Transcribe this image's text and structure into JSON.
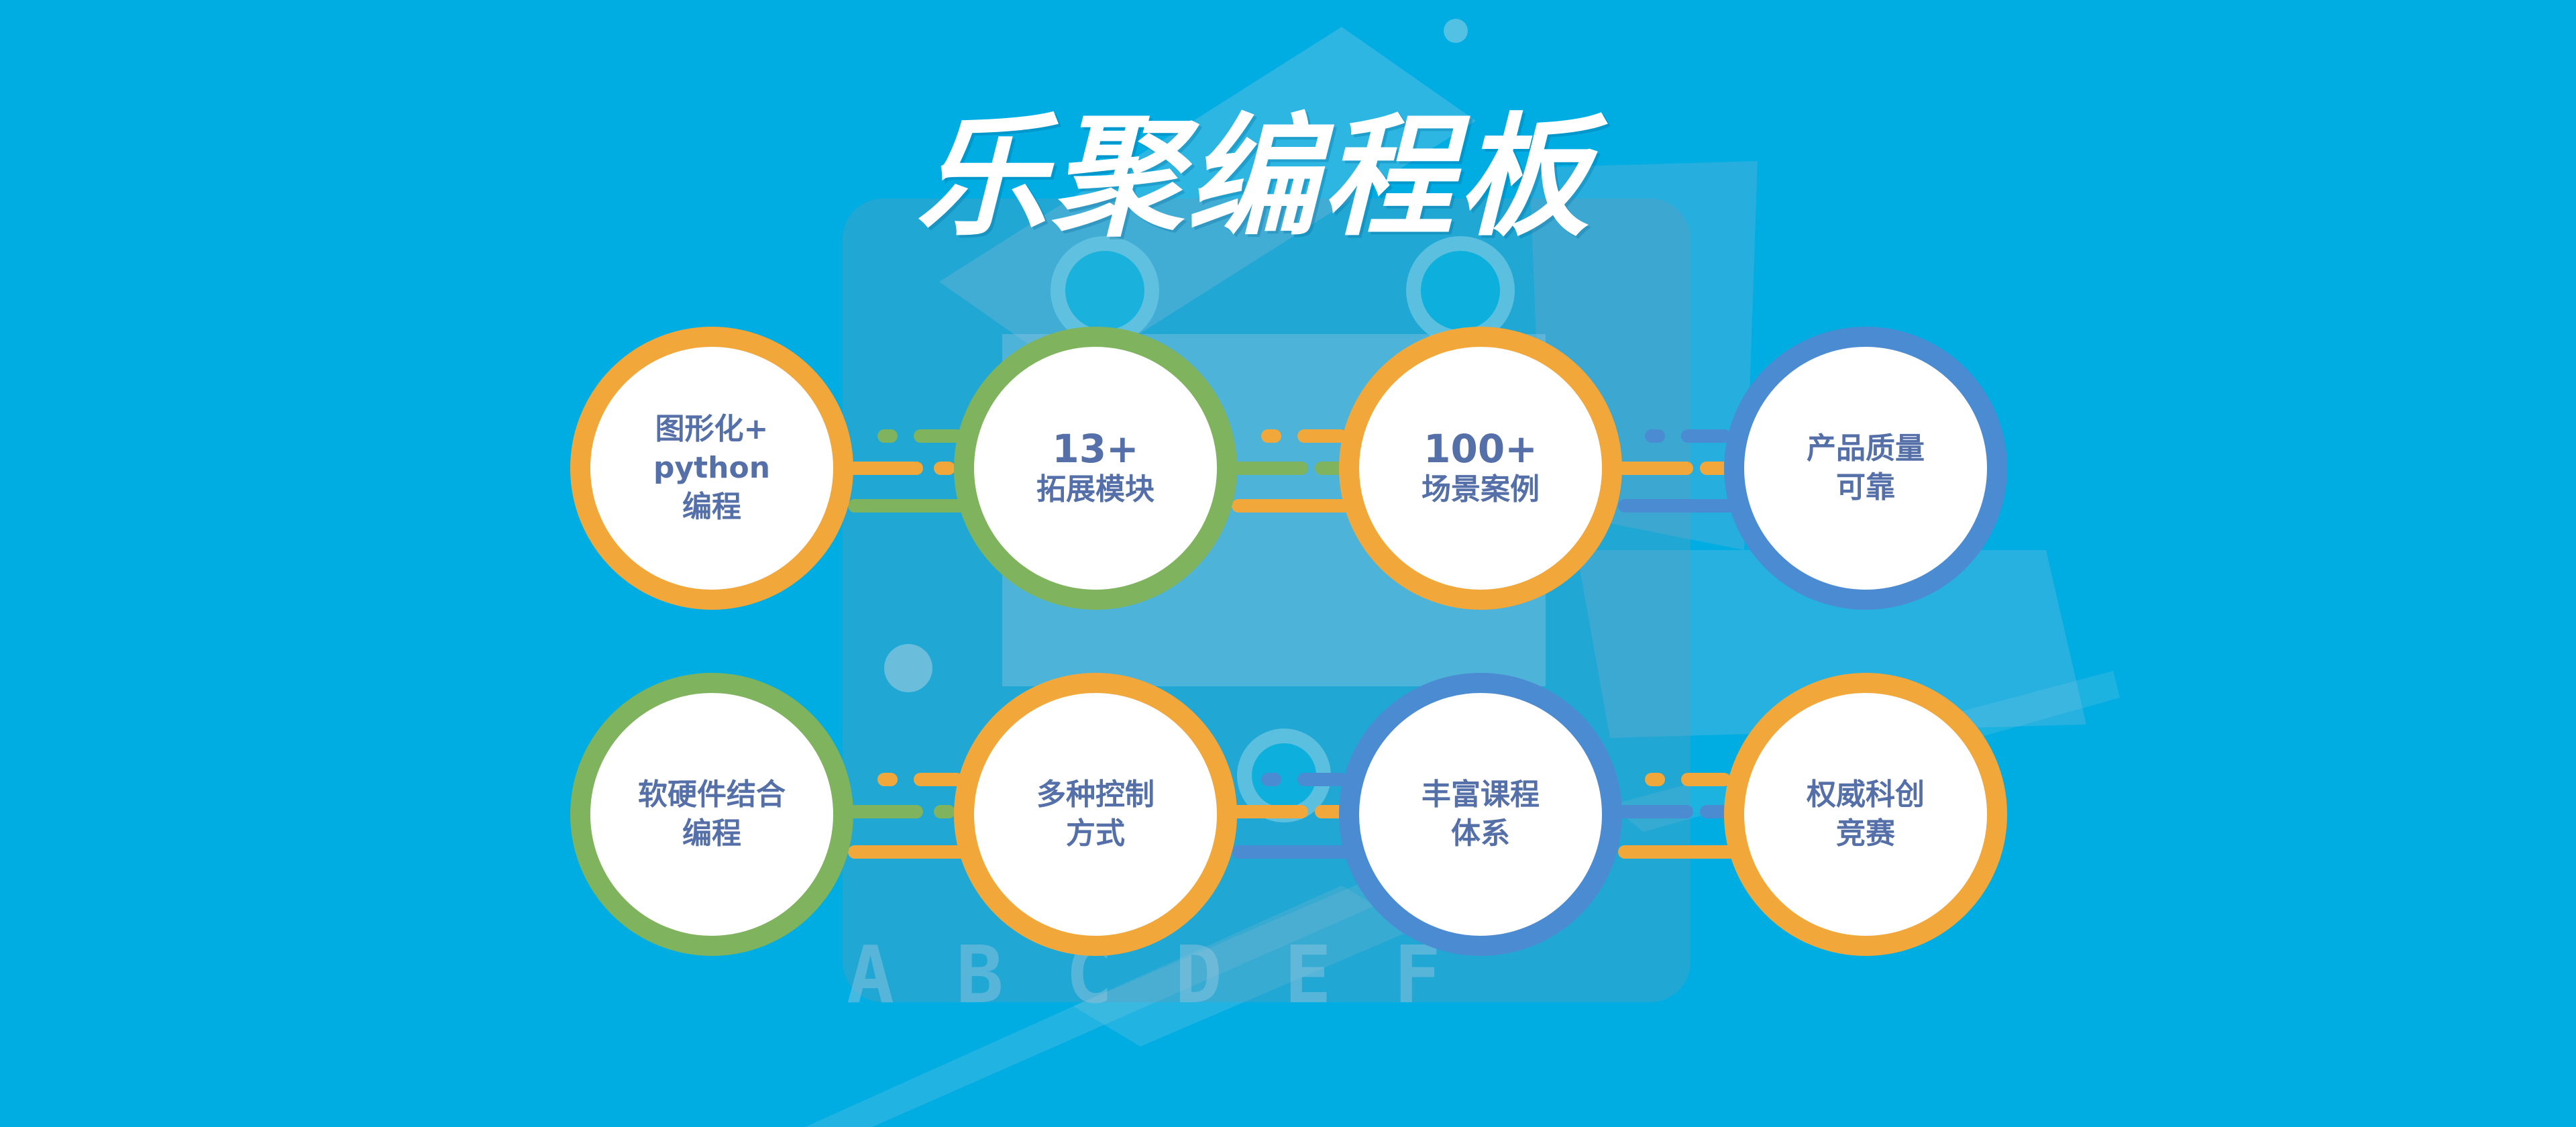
{
  "title": "乐聚编程板",
  "board_letters": "ABCDEF",
  "colors": {
    "background": "#00ade2",
    "orange": "#f1a73a",
    "green": "#7fb35d",
    "blue": "#4b8bd1",
    "text": "#5570a8"
  },
  "features": [
    {
      "lines": [
        "图形化+",
        "python",
        "编程"
      ],
      "color": "orange"
    },
    {
      "lines": [
        "13+",
        "拓展模块"
      ],
      "color": "green"
    },
    {
      "lines": [
        "100+",
        "场景案例"
      ],
      "color": "orange"
    },
    {
      "lines": [
        "产品质量",
        "可靠"
      ],
      "color": "blue"
    },
    {
      "lines": [
        "软硬件结合",
        "编程"
      ],
      "color": "green"
    },
    {
      "lines": [
        "多种控制",
        "方式"
      ],
      "color": "orange"
    },
    {
      "lines": [
        "丰富课程",
        "体系"
      ],
      "color": "blue"
    },
    {
      "lines": [
        "权威科创",
        "竞赛"
      ],
      "color": "orange"
    }
  ]
}
